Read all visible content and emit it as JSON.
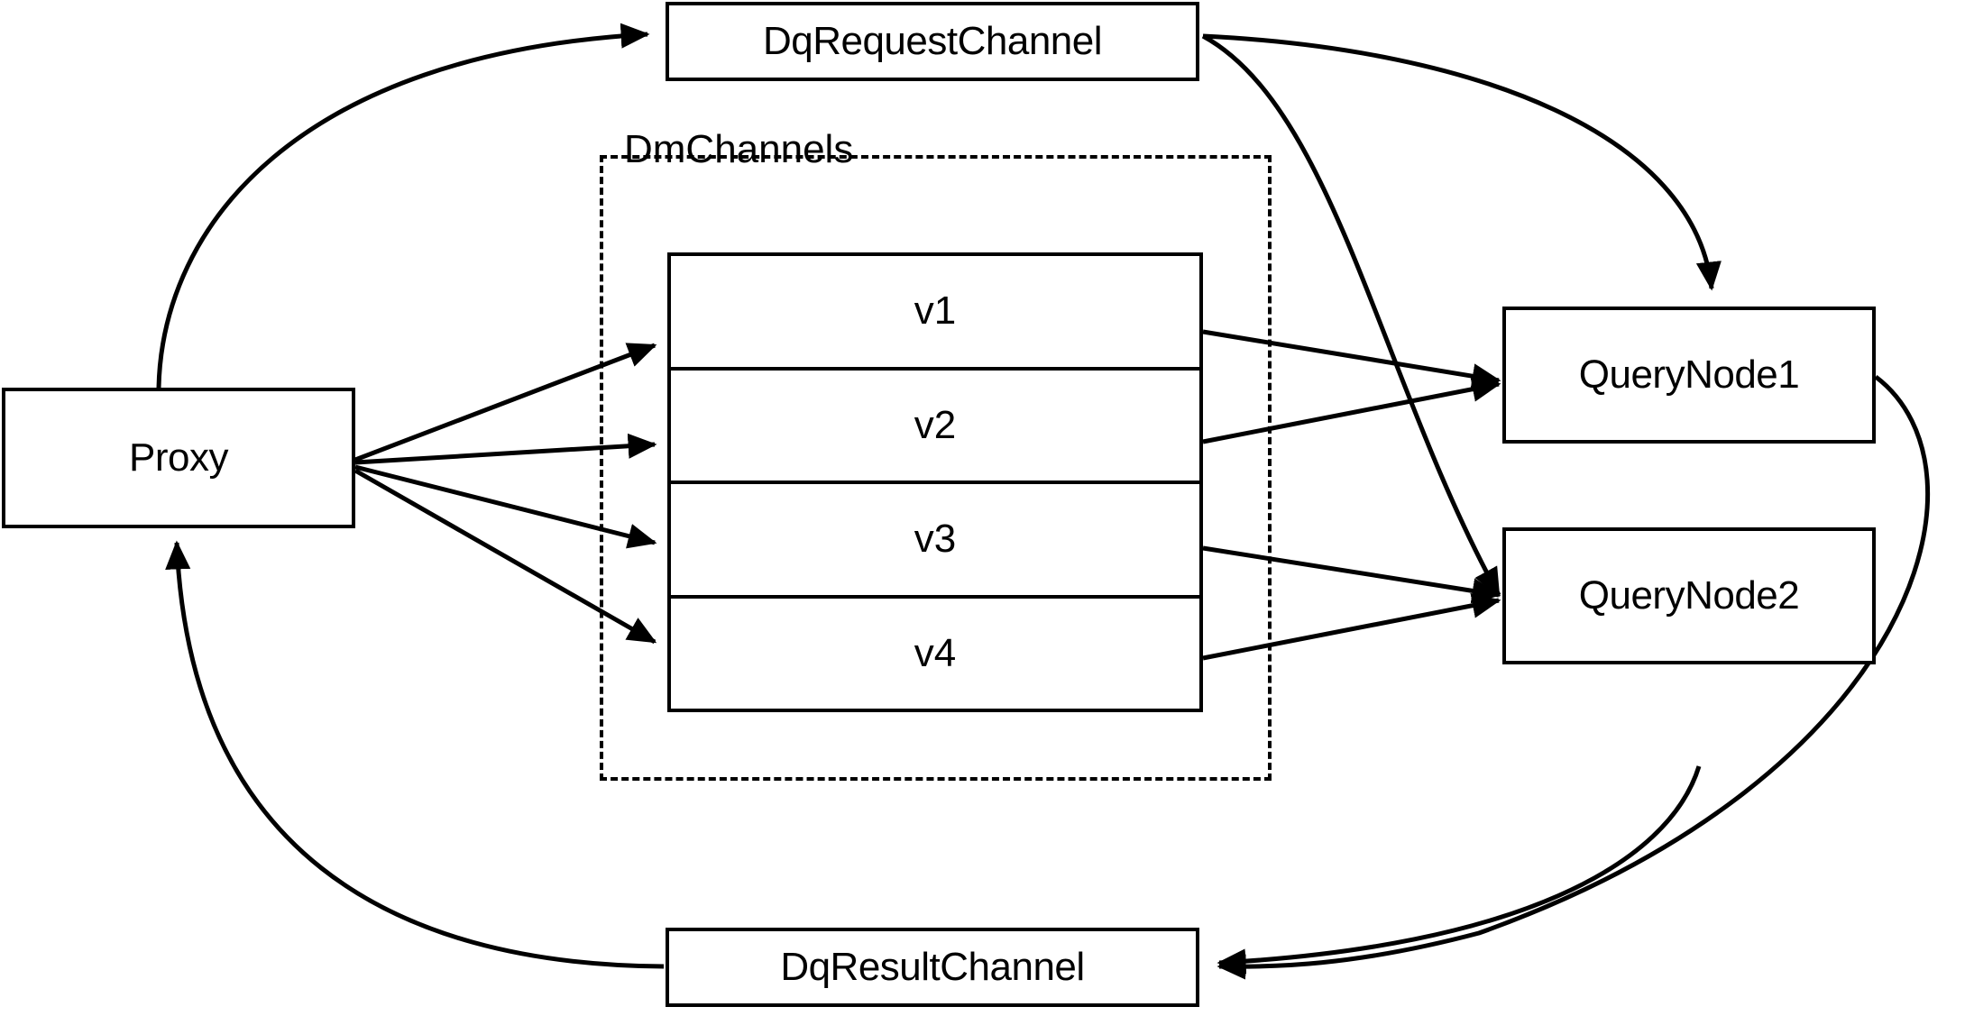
{
  "diagram": {
    "title": "Milvus distributed query channel flow",
    "stroke_color": "#000000",
    "background_color": "#ffffff",
    "nodes": {
      "proxy": {
        "label": "Proxy"
      },
      "dq_request_channel": {
        "label": "DqRequestChannel"
      },
      "dq_result_channel": {
        "label": "DqResultChannel"
      },
      "query_node_1": {
        "label": "QueryNode1"
      },
      "query_node_2": {
        "label": "QueryNode2"
      }
    },
    "group": {
      "label": "DmChannels",
      "style": "dashed",
      "channels": [
        {
          "label": "v1"
        },
        {
          "label": "v2"
        },
        {
          "label": "v3"
        },
        {
          "label": "v4"
        }
      ]
    },
    "edges": [
      {
        "from": "Proxy",
        "to": "DqRequestChannel",
        "style": "curved",
        "arrow": "end"
      },
      {
        "from": "Proxy",
        "to": "v1",
        "style": "straight",
        "arrow": "end"
      },
      {
        "from": "Proxy",
        "to": "v2",
        "style": "straight",
        "arrow": "end"
      },
      {
        "from": "Proxy",
        "to": "v3",
        "style": "straight",
        "arrow": "end"
      },
      {
        "from": "Proxy",
        "to": "v4",
        "style": "straight",
        "arrow": "end"
      },
      {
        "from": "v1",
        "to": "QueryNode1",
        "style": "straight",
        "arrow": "end"
      },
      {
        "from": "v2",
        "to": "QueryNode1",
        "style": "straight",
        "arrow": "end"
      },
      {
        "from": "v3",
        "to": "QueryNode2",
        "style": "straight",
        "arrow": "end"
      },
      {
        "from": "v4",
        "to": "QueryNode2",
        "style": "straight",
        "arrow": "end"
      },
      {
        "from": "DqRequestChannel",
        "to": "QueryNode1",
        "style": "curved",
        "arrow": "end"
      },
      {
        "from": "DqRequestChannel",
        "to": "QueryNode2",
        "style": "curved",
        "arrow": "end"
      },
      {
        "from": "QueryNode1",
        "to": "DqResultChannel",
        "style": "curved",
        "arrow": "end"
      },
      {
        "from": "QueryNode2",
        "to": "DqResultChannel",
        "style": "curved",
        "arrow": "end"
      },
      {
        "from": "DqResultChannel",
        "to": "Proxy",
        "style": "curved",
        "arrow": "end"
      }
    ]
  }
}
